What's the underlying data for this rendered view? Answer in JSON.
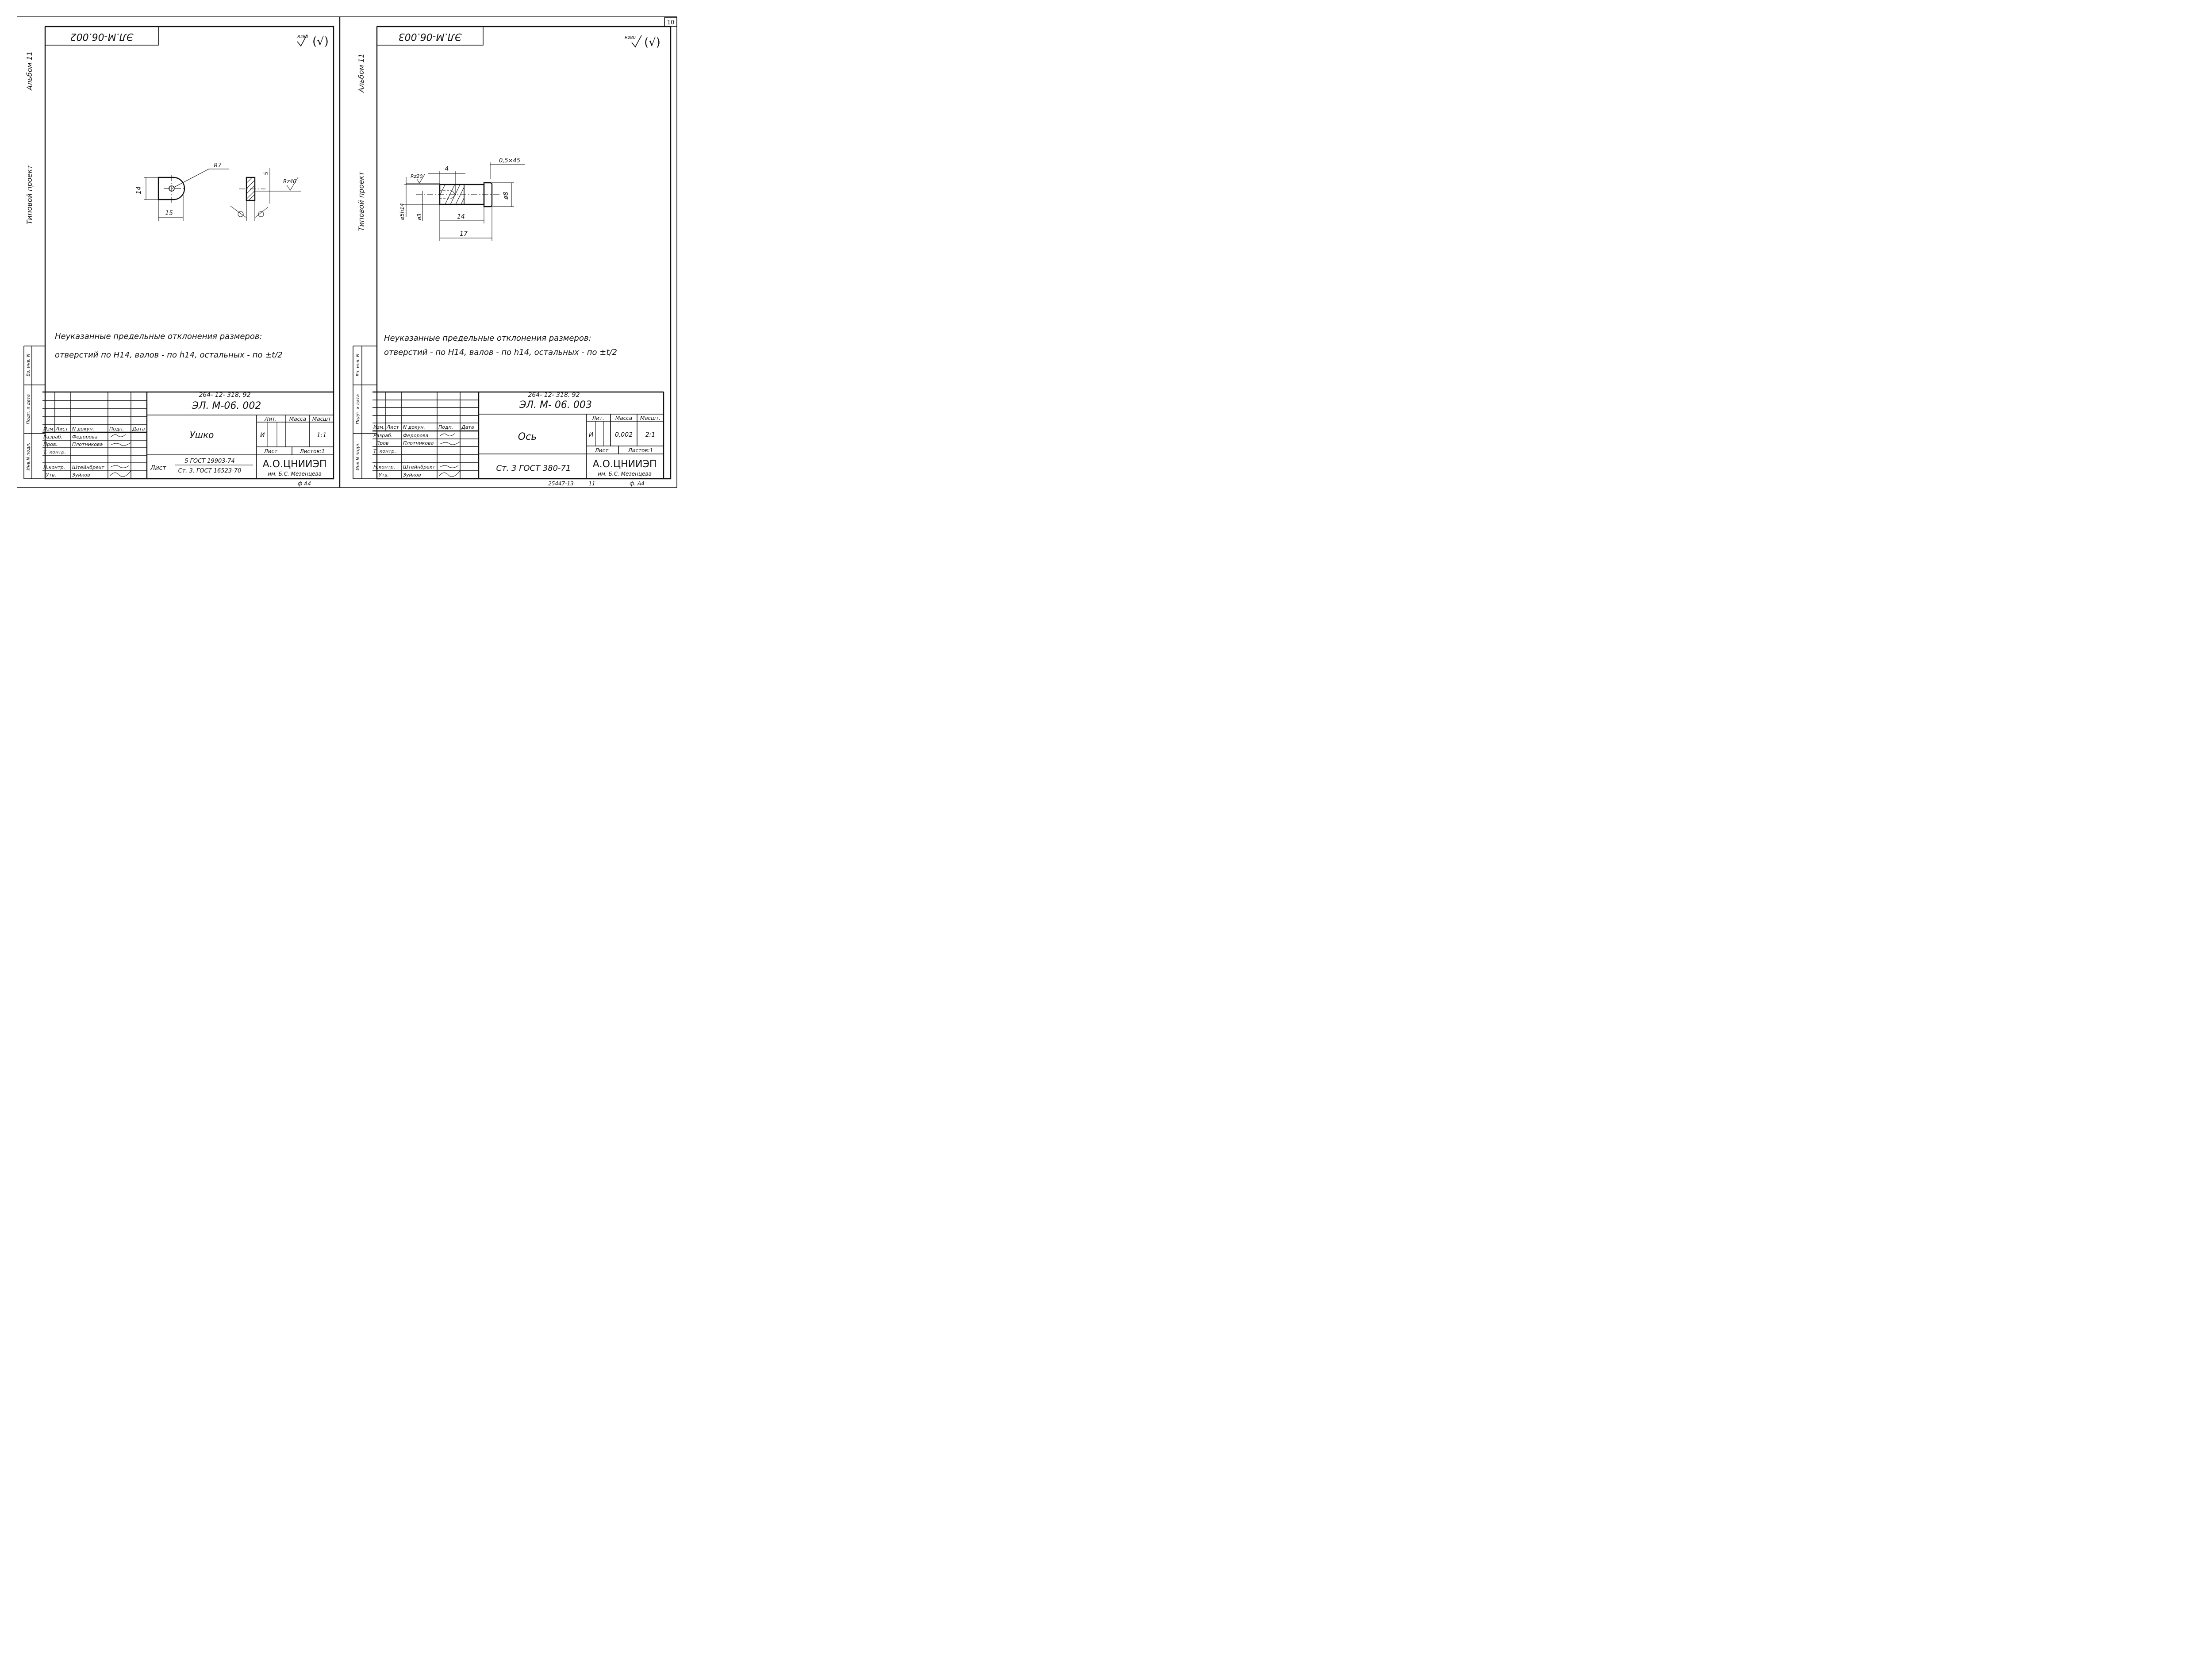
{
  "sheet_number": "10",
  "footer": {
    "format_left": "ф А4",
    "inv_number": "25447-13",
    "page_number": "11",
    "format_right": "ф. А4"
  },
  "left_sheet": {
    "side_album": "Альбом 11",
    "side_project": "Типовой проект",
    "side_cells": [
      "Инв.N подл.",
      "Подп. и дата",
      "Вз. инв. N"
    ],
    "mirrored_code": "ЭЛ.М-06.002",
    "roughness_mark": "Rz80",
    "roughness_tick": "(√)",
    "dimensions": {
      "height": "14",
      "length": "15",
      "radius": "R7",
      "thickness": "5",
      "surface": "Rz40"
    },
    "note_line1": "Неуказанные предельные отклонения размеров:",
    "note_line2": "отверстий по Н14, валов - по h14, остальных - по ±t/2",
    "title_block": {
      "project_code": "264- 12- 318, 92",
      "doc_code": "ЭЛ. М-06. 002",
      "part_name": "Ушко",
      "head_izm": "Изм",
      "head_list": "Лист",
      "head_ndoc": "N докун.",
      "head_podp": "Подп.",
      "head_data": "Дата",
      "row_razrab_label": "Разраб.",
      "row_razrab_name": "Федорова",
      "row_prov_label": "Пров.",
      "row_prov_name": "Плотникова",
      "row_tkontr_label": "Т. контр.",
      "row_nkontr_label": "Н.контр.",
      "row_nkontr_name": "Штейнбрехт",
      "row_utv_label": "Утв.",
      "row_utv_name": "Зуйков",
      "lit_label": "Лит.",
      "mass_label": "Масса",
      "scale_label": "Масшт",
      "lit_value": "И",
      "mass_value": "",
      "scale_value": "1:1",
      "sheet_label": "Лист",
      "sheets_label": "Листов:1",
      "material_prefix": "Лист",
      "material_line1": "5 ГОСТ 19903-74",
      "material_line2": "Ст. 3. ГОСТ 16523-70",
      "org_line1": "А.О.ЦНИИЭП",
      "org_line2": "им. Б.С. Мезенцева"
    }
  },
  "right_sheet": {
    "side_album": "Альбом 11",
    "side_project": "Типовой проект",
    "side_cells": [
      "Инв.N подл.",
      "Подп. и дата",
      "Вз. инв. N"
    ],
    "mirrored_code": "ЭЛ.М-06.003",
    "roughness_mark": "Rz80",
    "roughness_tick": "(√)",
    "dimensions": {
      "chamfer": "0,5×45",
      "bore_depth": "4",
      "surface": "Rz20",
      "shaft_dia": "ø5h14",
      "bore_dia": "ø3",
      "head_dia": "ø8",
      "length_short": "14",
      "length_full": "17"
    },
    "note_line1": "Неуказанные предельные отклонения размеров:",
    "note_line2": "отверстий - по Н14, валов - по h14, остальных - по ±t/2",
    "title_block": {
      "project_code": "264- 12- 318. 92",
      "doc_code": "ЭЛ. М- 06. 003",
      "part_name": "Ось",
      "head_izm": "Изм.",
      "head_list": "Лист",
      "head_ndoc": "N докун.",
      "head_podp": "Подп.",
      "head_data": "Дата",
      "row_razrab_label": "Разраб.",
      "row_razrab_name": "Федорова",
      "row_prov_label": "Пров",
      "row_prov_name": "Плотникова",
      "row_tkontr_label": "Т. контр.",
      "row_nkontr_label": "Н.контр.",
      "row_nkontr_name": "Штейнбрехт",
      "row_utv_label": "Утв.",
      "row_utv_name": "Зуйков",
      "lit_label": "Лит.",
      "mass_label": "Масса",
      "scale_label": "Масшт.",
      "lit_value": "И",
      "mass_value": "0,002",
      "scale_value": "2:1",
      "sheet_label": "Лист",
      "sheets_label": "Листов:1",
      "material_prefix": "",
      "material_line1": "Ст. 3 ГОСТ 380-71",
      "material_line2": "",
      "org_line1": "А.О.ЦНИИЭП",
      "org_line2": "им. Б.С. Мезенцева"
    }
  }
}
